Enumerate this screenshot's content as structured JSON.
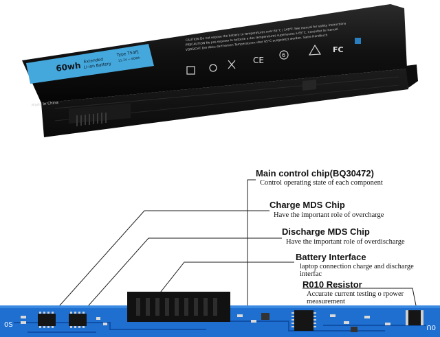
{
  "battery": {
    "capacity": "60wh",
    "label_line1": "Extended",
    "label_line2": "Li-ion Battery",
    "type_code": "Type T54FJ",
    "voltage_small": "11.1V ⎓ 60Wh",
    "origin": "Made in China",
    "caution_lines": [
      "CAUTION  Do not expose the battery to temperatures over 65°C / 149°F. See manual for safety instructions",
      "PRECAUTION  Ne pas exposer la batterie a des temperatures superieures a 65°C. Consulter le manuel",
      "VORSICHT  Der Akku darf keinen Temperaturen uber 65°C ausgesetzt werden. Siehe Handbuch"
    ],
    "cert_ce": "CE",
    "cert_fc": "FC",
    "cert_num": "6"
  },
  "callouts": [
    {
      "title": "Main control chip(BQ30472)",
      "desc": "Control operating state of each component"
    },
    {
      "title": "Charge MDS Chip",
      "desc": "Have the important role of overcharge"
    },
    {
      "title": "Discharge MDS Chip",
      "desc": "Have the important role of overdischarge"
    },
    {
      "title": "Battery Interface",
      "desc": "laptop connection charge and discharge interfac"
    },
    {
      "title": "R010 Resistor",
      "desc": "Accurate current testing o rpower measurement"
    }
  ],
  "pcb": {
    "left_mark": "0S",
    "right_mark": "0U",
    "colors": {
      "board": "#1e6fd0",
      "board_dark": "#0f4fa8",
      "chip": "#151515"
    }
  }
}
